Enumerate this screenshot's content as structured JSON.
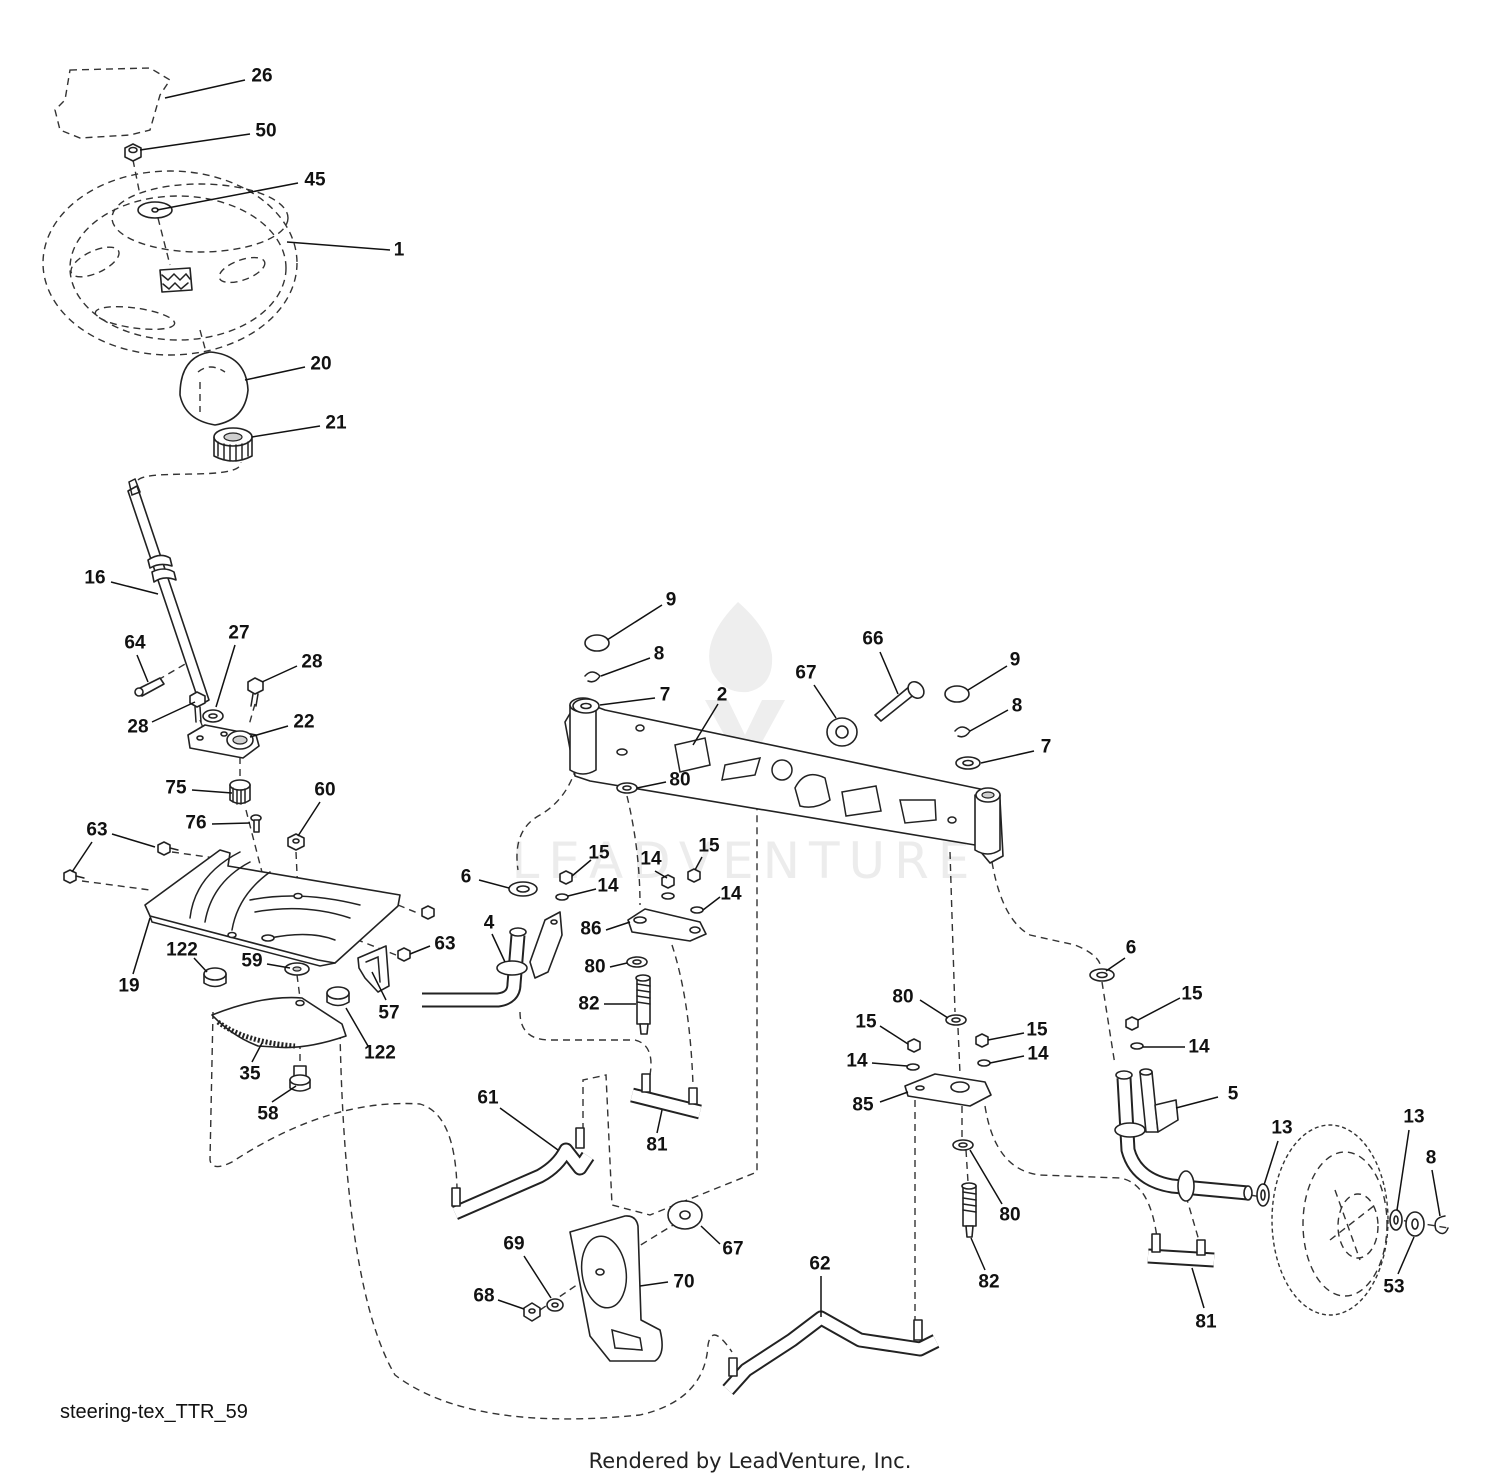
{
  "caption": "steering-tex_TTR_59",
  "credit": "Rendered by LeadVenture, Inc.",
  "watermark": "LEADVENTURE",
  "callouts": [
    "26",
    "50",
    "45",
    "1",
    "20",
    "21",
    "16",
    "64",
    "27",
    "28",
    "28",
    "22",
    "75",
    "60",
    "76",
    "63",
    "19",
    "63",
    "122",
    "59",
    "57",
    "122",
    "35",
    "58",
    "9",
    "8",
    "7",
    "2",
    "67",
    "66",
    "9",
    "8",
    "7",
    "80",
    "15",
    "14",
    "6",
    "14",
    "15",
    "14",
    "86",
    "4",
    "80",
    "82",
    "61",
    "81",
    "6",
    "15",
    "80",
    "15",
    "15",
    "14",
    "14",
    "14",
    "85",
    "5",
    "13",
    "13",
    "8",
    "80",
    "82",
    "53",
    "81",
    "69",
    "67",
    "70",
    "68",
    "62"
  ]
}
